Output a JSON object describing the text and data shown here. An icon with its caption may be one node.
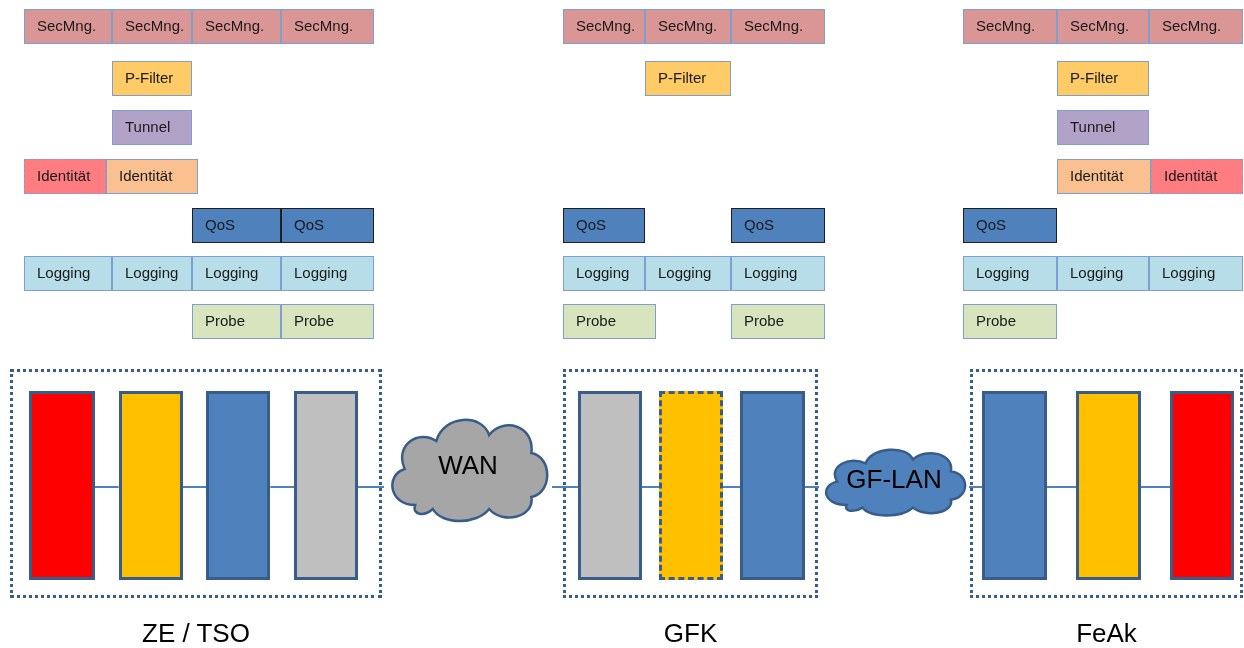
{
  "diagram": {
    "nodes": [
      {
        "text": [
          "SecMng."
        ]
      },
      {
        "text": [
          "SecMng."
        ]
      },
      {
        "text": [
          "SecMng."
        ]
      },
      {
        "text": [
          "SecMng."
        ]
      },
      {
        "text": [
          "SecMng."
        ]
      },
      {
        "text": [
          "SecMng."
        ]
      },
      {
        "text": [
          "SecMng."
        ]
      },
      {
        "text": [
          "SecMng."
        ]
      },
      {
        "text": [
          "SecMng."
        ]
      },
      {
        "text": [
          "SecMng."
        ]
      },
      {
        "text": [
          "P-Filter"
        ]
      },
      {
        "text": [
          "P-Filter"
        ]
      },
      {
        "text": [
          "P-Filter"
        ]
      },
      {
        "text": [
          "Tunnel"
        ]
      },
      {
        "text": [
          "Tunnel"
        ]
      },
      {
        "text": [
          "Identität"
        ]
      },
      {
        "text": [
          "Identität"
        ]
      },
      {
        "text": [
          "Identität"
        ]
      },
      {
        "text": [
          "Identität"
        ]
      },
      {
        "text": [
          "QoS"
        ]
      },
      {
        "text": [
          "QoS"
        ]
      },
      {
        "text": [
          "QoS"
        ]
      },
      {
        "text": [
          "QoS"
        ]
      },
      {
        "text": [
          "QoS"
        ]
      },
      {
        "text": [
          "Logging"
        ]
      },
      {
        "text": [
          "Logging"
        ]
      },
      {
        "text": [
          "Logging"
        ]
      },
      {
        "text": [
          "Logging"
        ]
      },
      {
        "text": [
          "Logging"
        ]
      },
      {
        "text": [
          "Logging"
        ]
      },
      {
        "text": [
          "Logging"
        ]
      },
      {
        "text": [
          "Logging"
        ]
      },
      {
        "text": [
          "Logging"
        ]
      },
      {
        "text": [
          "Logging"
        ]
      },
      {
        "text": [
          "Probe"
        ]
      },
      {
        "text": [
          "Probe"
        ]
      },
      {
        "text": [
          "Probe"
        ]
      },
      {
        "text": [
          "Probe"
        ]
      },
      {
        "text": [
          "Probe"
        ]
      },
      {
        "text": [],
        "shape": "box",
        "beside": [
          "ZE / TSO"
        ]
      },
      {
        "text": [],
        "shape": "box",
        "in": 39
      },
      {
        "text": [],
        "shape": "box",
        "in": 39
      },
      {
        "text": [],
        "shape": "box",
        "in": 39
      },
      {
        "text": [],
        "shape": "box",
        "in": 39
      },
      {
        "text": [
          "WAN"
        ]
      },
      {
        "text": [],
        "shape": "box",
        "beside": [
          "GFK"
        ]
      },
      {
        "text": [],
        "shape": "box",
        "in": 45
      },
      {
        "text": [],
        "shape": "box",
        "in": 45
      },
      {
        "text": [],
        "shape": "box",
        "in": 45
      },
      {
        "text": [
          "GF-LAN"
        ]
      },
      {
        "text": [],
        "shape": "box",
        "beside": [
          "FeAk"
        ]
      },
      {
        "text": [],
        "shape": "box",
        "in": 50
      },
      {
        "text": [],
        "shape": "box",
        "in": 50
      },
      {
        "text": [],
        "shape": "box",
        "in": 50
      }
    ],
    "edges": [
      {
        "from": 40,
        "to": 41,
        "arrow": "none"
      },
      {
        "from": 41,
        "to": 42,
        "arrow": "none"
      },
      {
        "from": 42,
        "to": 43,
        "arrow": "none"
      },
      {
        "from": 43,
        "to": 44,
        "arrow": "none"
      },
      {
        "from": 44,
        "to": 46,
        "arrow": "none"
      },
      {
        "from": 46,
        "to": 47,
        "arrow": "none"
      },
      {
        "from": 47,
        "to": 48,
        "arrow": "none"
      },
      {
        "from": 48,
        "to": 49,
        "arrow": "none"
      },
      {
        "from": 49,
        "to": 51,
        "arrow": "none"
      },
      {
        "from": 51,
        "to": 52,
        "arrow": "none"
      },
      {
        "from": 52,
        "to": 53,
        "arrow": "none"
      }
    ]
  }
}
